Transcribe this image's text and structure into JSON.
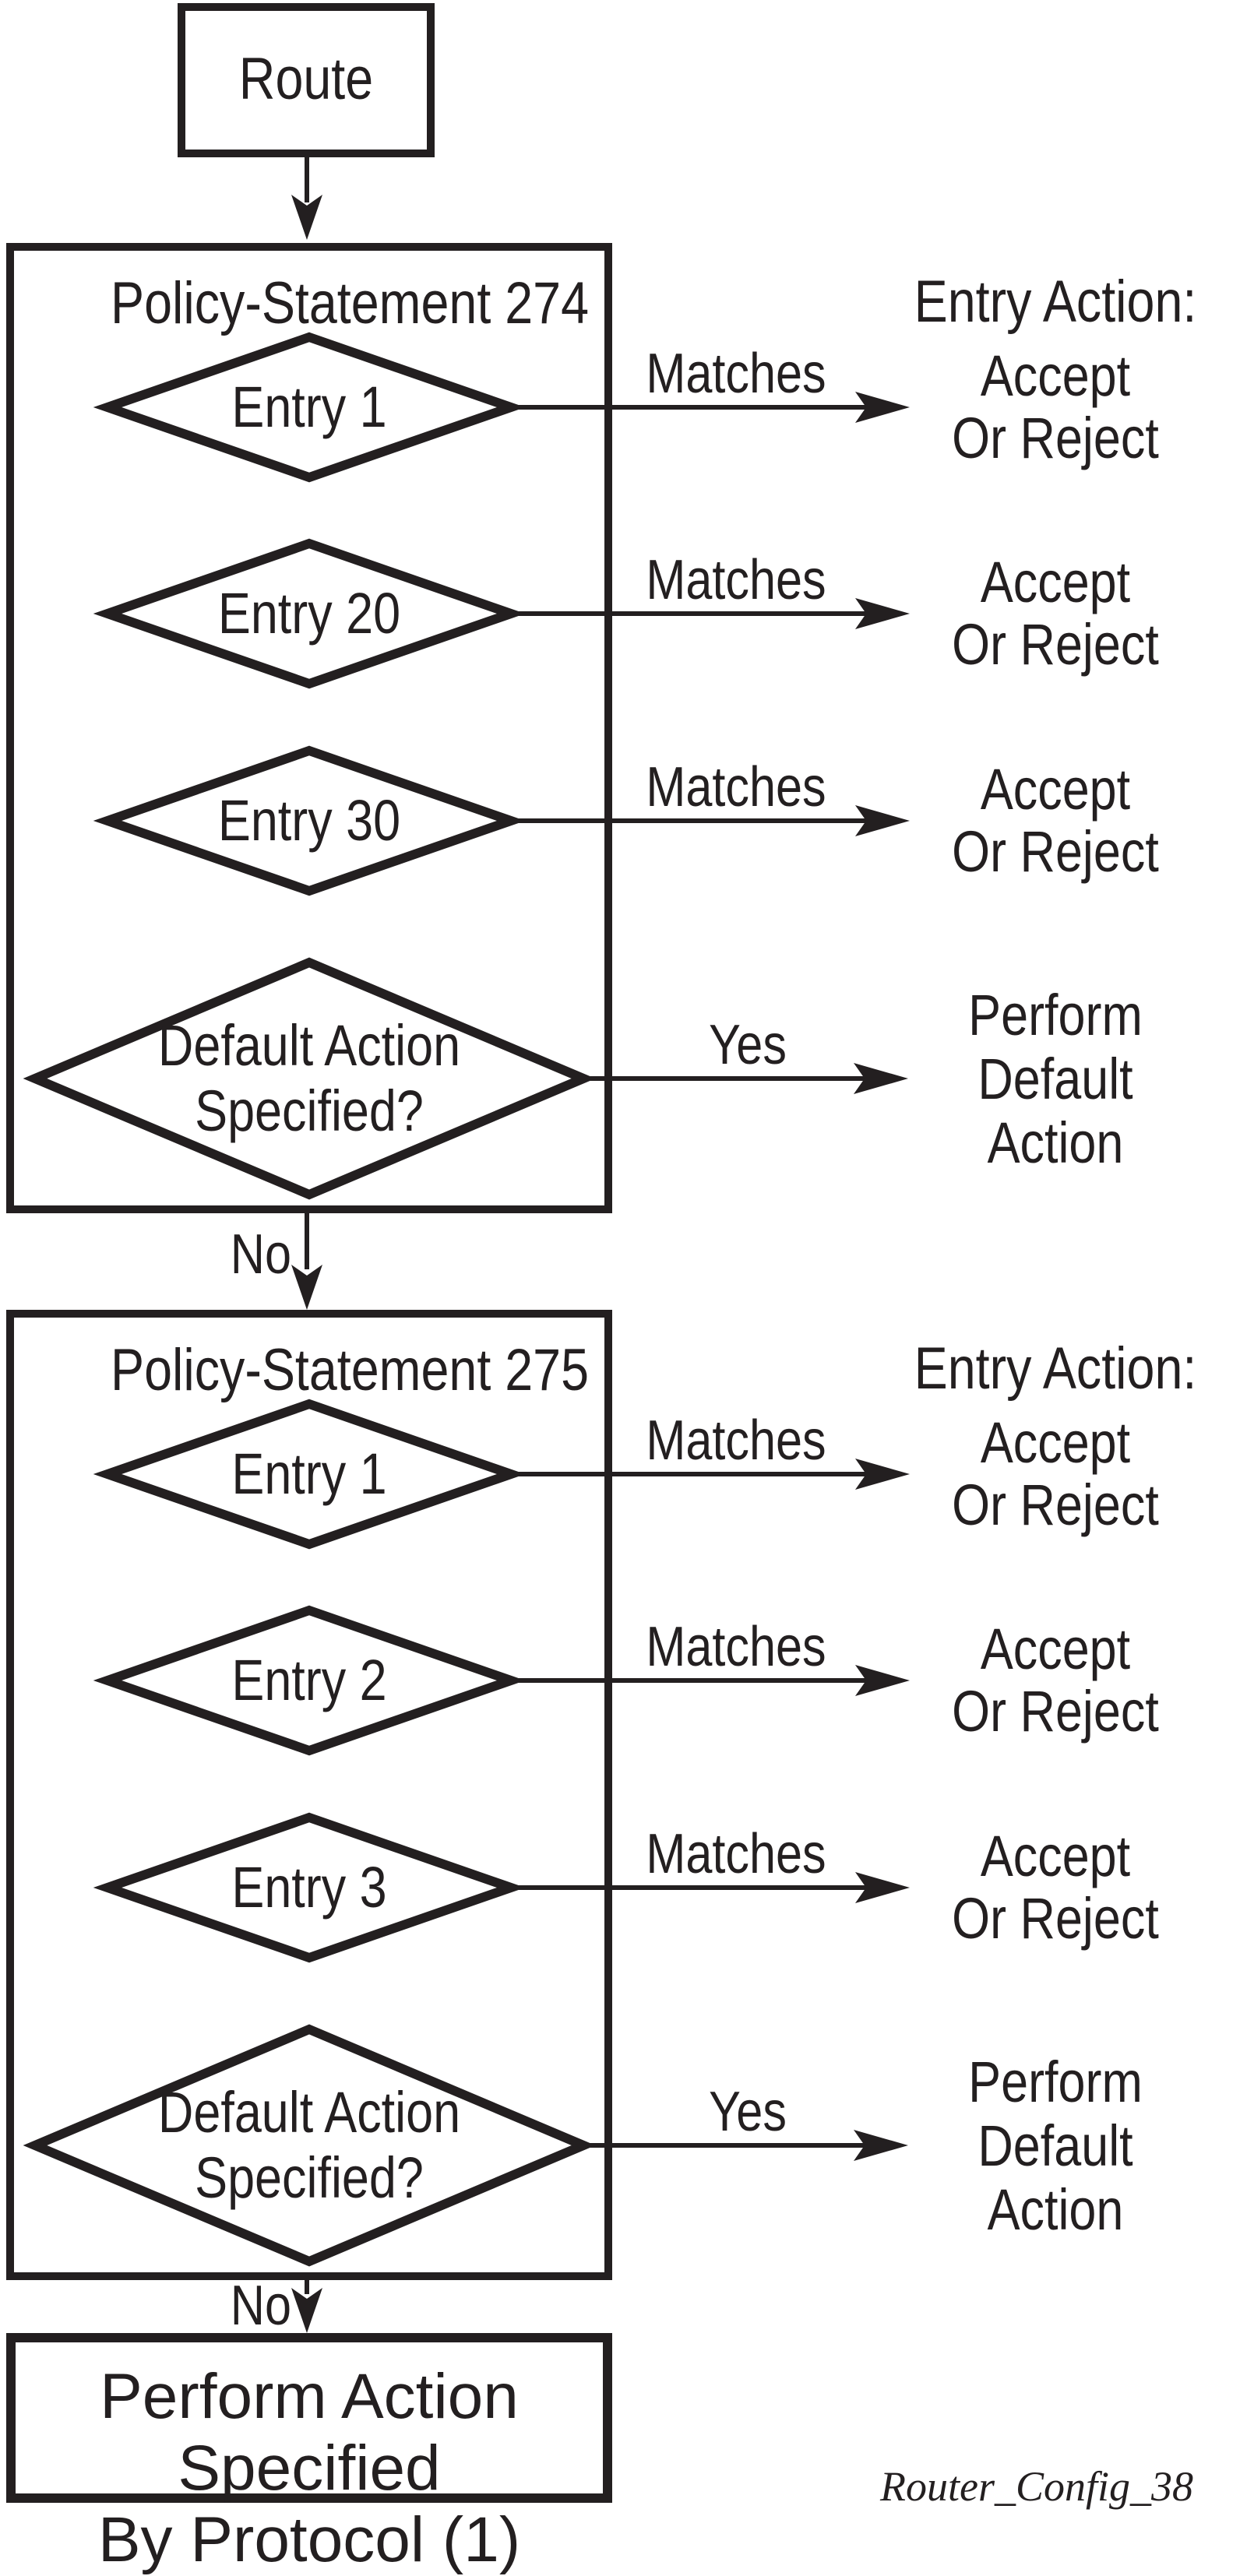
{
  "colors": {
    "ink": "#231f20",
    "paper": "#ffffff"
  },
  "start": {
    "label": "Route"
  },
  "sections": [
    {
      "title": "Policy-Statement 274",
      "heading": "Entry Action:",
      "rows": [
        {
          "decision": "Entry 1",
          "branch": "Matches",
          "action1": "Accept",
          "action2": "Or Reject"
        },
        {
          "decision": "Entry 20",
          "branch": "Matches",
          "action1": "Accept",
          "action2": "Or Reject"
        },
        {
          "decision": "Entry 30",
          "branch": "Matches",
          "action1": "Accept",
          "action2": "Or Reject"
        }
      ],
      "default_row": {
        "q1": "Default Action",
        "q2": "Specified?",
        "branch": "Yes",
        "a1": "Perform",
        "a2": "Default",
        "a3": "Action"
      },
      "no_label": "No"
    },
    {
      "title": "Policy-Statement 275",
      "heading": "Entry Action:",
      "rows": [
        {
          "decision": "Entry 1",
          "branch": "Matches",
          "action1": "Accept",
          "action2": "Or Reject"
        },
        {
          "decision": "Entry 2",
          "branch": "Matches",
          "action1": "Accept",
          "action2": "Or Reject"
        },
        {
          "decision": "Entry 3",
          "branch": "Matches",
          "action1": "Accept",
          "action2": "Or Reject"
        }
      ],
      "default_row": {
        "q1": "Default Action",
        "q2": "Specified?",
        "branch": "Yes",
        "a1": "Perform",
        "a2": "Default",
        "a3": "Action"
      },
      "no_label": "No"
    }
  ],
  "end": {
    "line1": "Perform Action Specified",
    "line2": "By Protocol (1)"
  },
  "watermark": "Router_Config_38"
}
